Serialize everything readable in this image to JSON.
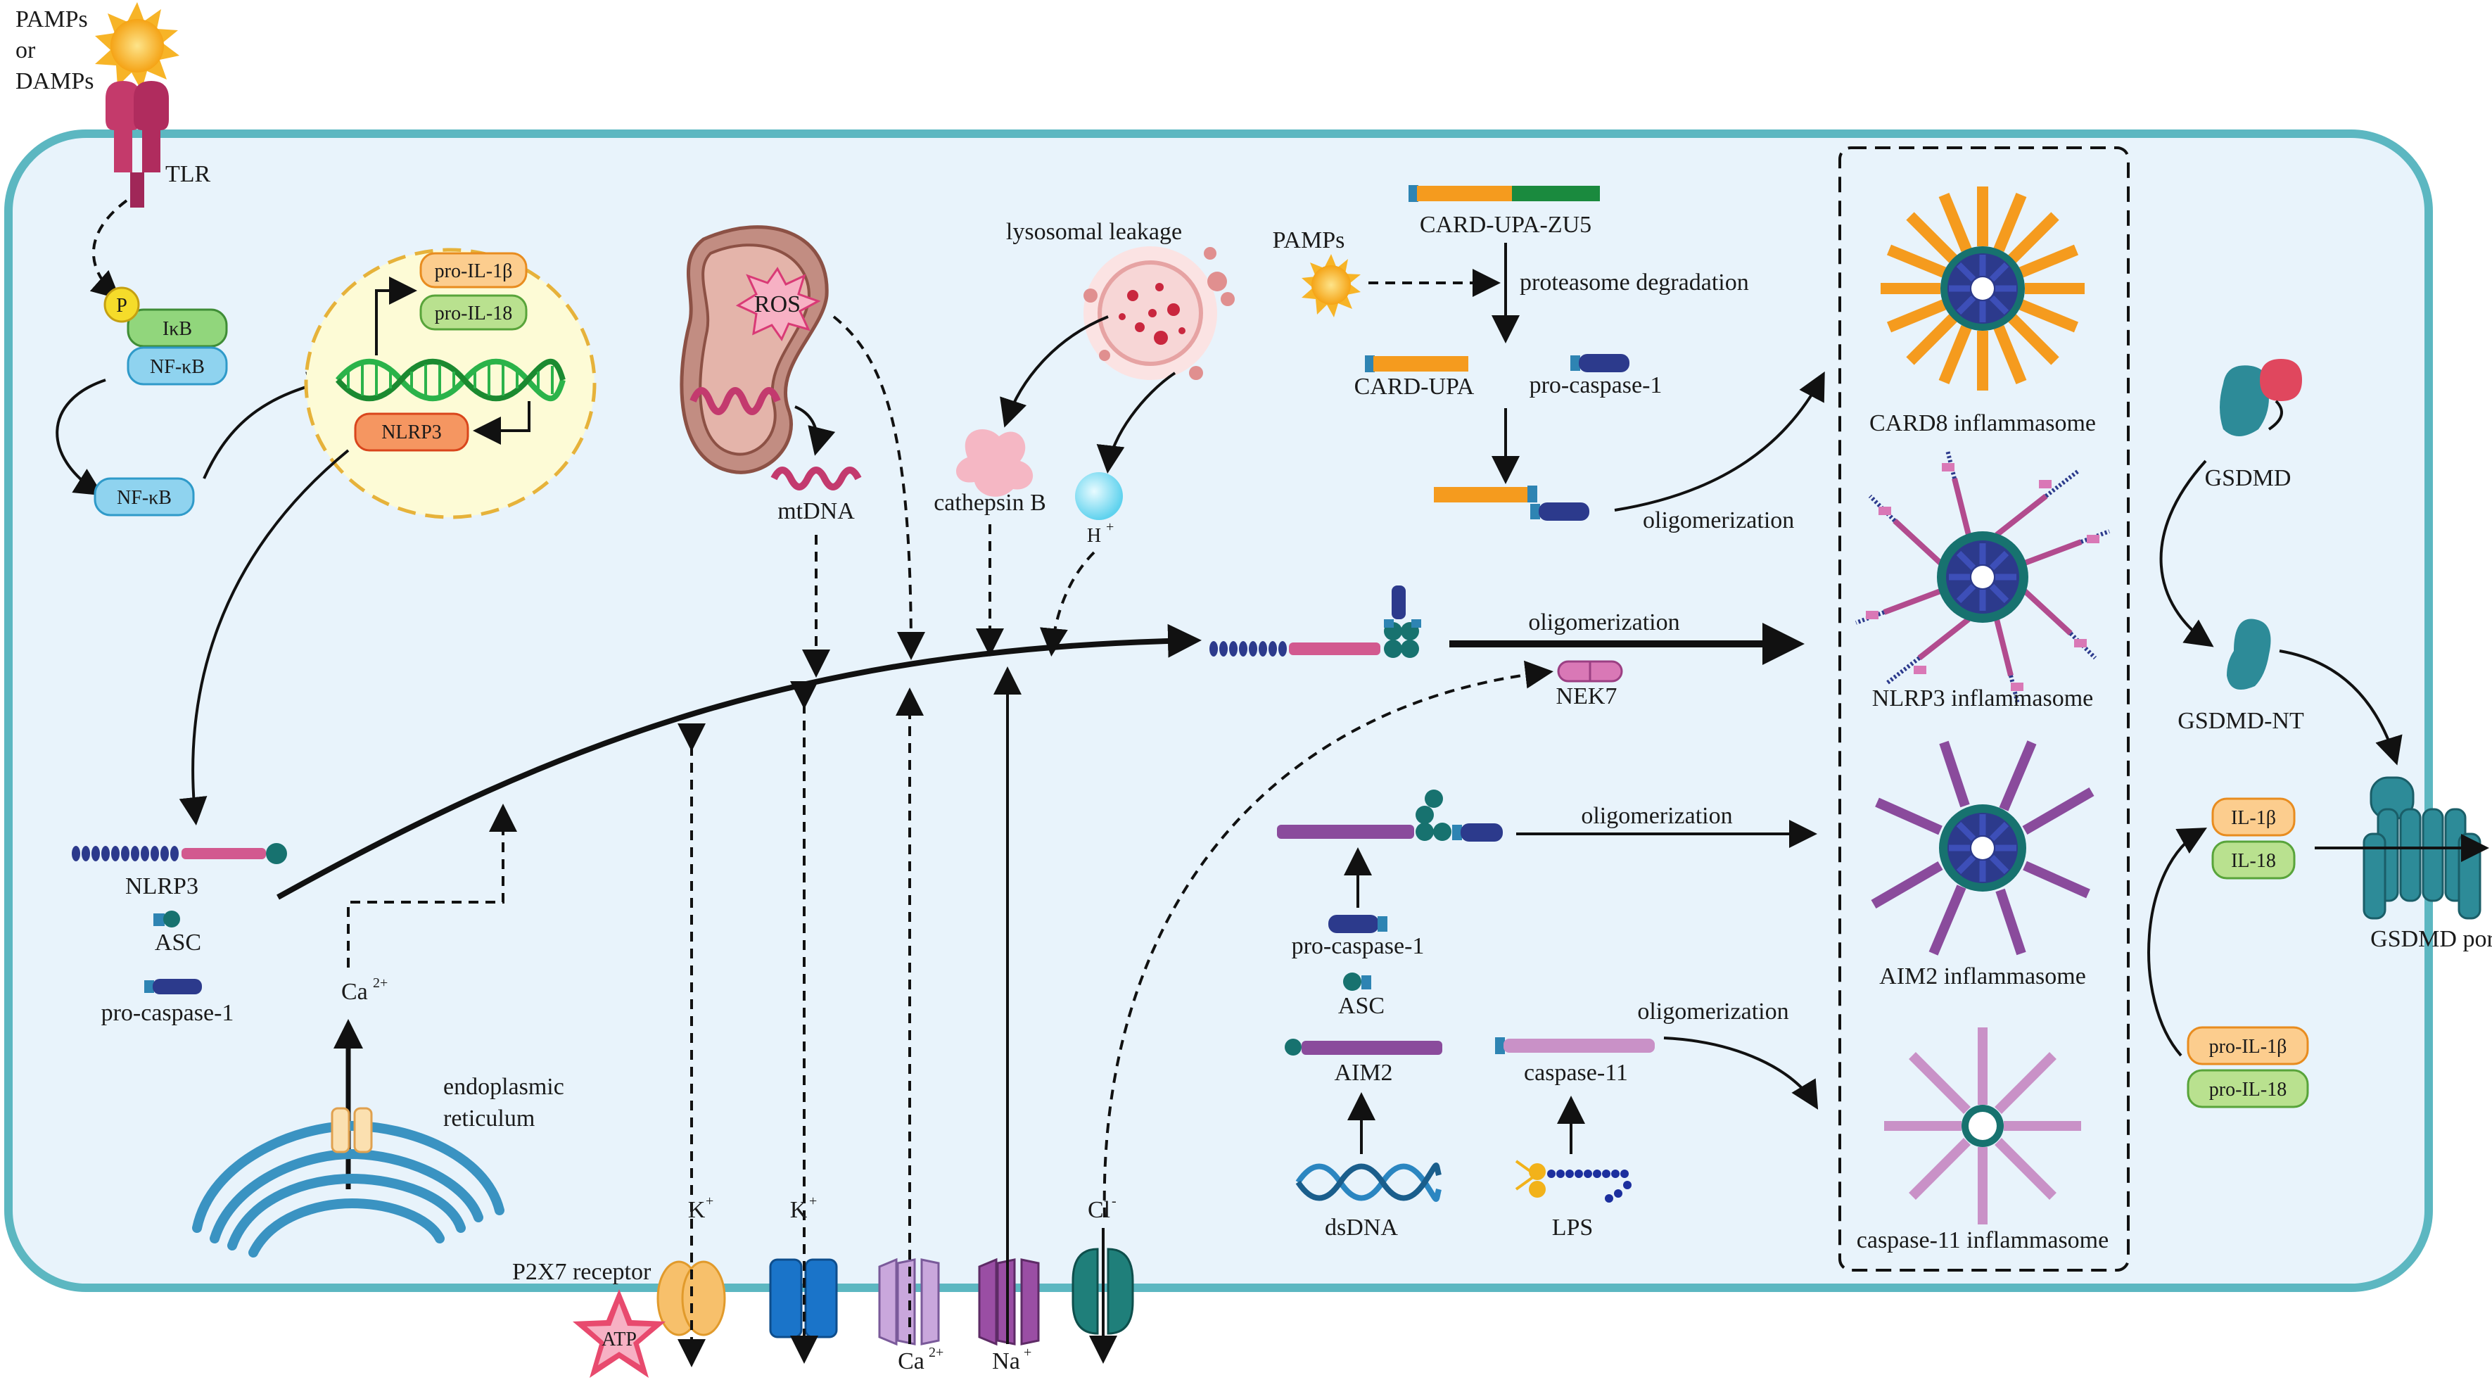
{
  "labels": {
    "pamps_damps_line1": "PAMPs",
    "pamps_damps_line2": "or",
    "pamps_damps_line3": "DAMPs",
    "tlr": "TLR",
    "p": "P",
    "ikb": "IκB",
    "nfkb_complex": "NF-κB",
    "nfkb": "NF-κB",
    "pro_il1b_nucleus": "pro-IL-1β",
    "pro_il18_nucleus": "pro-IL-18",
    "nlrp3_nucleus": "NLRP3",
    "ros": "ROS",
    "mtdna": "mtDNA",
    "lysosomal_leakage": "lysosomal leakage",
    "cathepsin_b": "cathepsin B",
    "h_plus_base": "H",
    "h_plus_sup": "+",
    "pamps_right": "PAMPs",
    "card_upa_zu5": "CARD-UPA-ZU5",
    "proteasome_degradation": "proteasome degradation",
    "card_upa": "CARD-UPA",
    "pro_caspase_1_top": "pro-caspase-1",
    "oligomerization_card8": "oligomerization",
    "oligomerization_nlrp3": "oligomerization",
    "nek7": "NEK7",
    "card8_inflammasome": "CARD8 inflammasome",
    "nlrp3_inflammasome": "NLRP3 inflammasome",
    "aim2_inflammasome": "AIM2 inflammasome",
    "caspase11_inflammasome": "caspase-11 inflammasome",
    "nlrp3_left": "NLRP3",
    "asc_left": "ASC",
    "pro_caspase_1_left": "pro-caspase-1",
    "ca_base": "Ca",
    "ca_sup": "2+",
    "endoplasmic_line1": "endoplasmic",
    "endoplasmic_line2": "reticulum",
    "oligomerization_aim2": "oligomerization",
    "pro_caspase_1_aim2": "pro-caspase-1",
    "asc_aim2": "ASC",
    "aim2": "AIM2",
    "dsdna": "dsDNA",
    "oligomerization_casp11": "oligomerization",
    "caspase_11": "caspase-11",
    "lps": "LPS",
    "k_base_1": "K",
    "k_sup_1": "+",
    "k_base_2": "K",
    "k_sup_2": "+",
    "cl_base": "Cl",
    "cl_sup": "-",
    "p2x7_receptor": "P2X7 receptor",
    "atp": "ATP",
    "ca_channel_base": "Ca",
    "ca_channel_sup": "2+",
    "na_base": "Na",
    "na_sup": "+",
    "gsdmd": "GSDMD",
    "gsdmd_nt": "GSDMD-NT",
    "il1b": "IL-1β",
    "il18": "IL-18",
    "pro_il1b_right": "pro-IL-1β",
    "pro_il18_right": "pro-IL-18",
    "gsdmd_pore": "GSDMD pore"
  },
  "colors": {
    "cell_fill": "#e8f3fb",
    "cell_border": "#5cb7c1",
    "nucleus_fill": "#fdfbd6",
    "nucleus_border": "#e6b23a",
    "dna_green": "#2bb34a",
    "orange": "#f59b1e",
    "green_pill": "#b9e18f",
    "green_pill_border": "#58a43a",
    "orange_pill": "#fccd8e",
    "orange_pill_border": "#e88c1f",
    "nlrp3_pill": "#f59661",
    "nlrp3_pill_border": "#d9461c",
    "blue_pill": "#8fd3ef",
    "blue_pill_border": "#2f9ac9",
    "green_block": "#1a8a3e",
    "navy": "#2c3a8c",
    "teal": "#17726f",
    "pink": "#d2598f",
    "purple": "#8a4b9c",
    "lilac": "#c991c7",
    "gsdmd_teal": "#2d8b98",
    "mito_fill": "#c28d82",
    "ros_pink": "#f7b1c4",
    "star_red": "#e84a6e",
    "sun": "#f7b427"
  }
}
